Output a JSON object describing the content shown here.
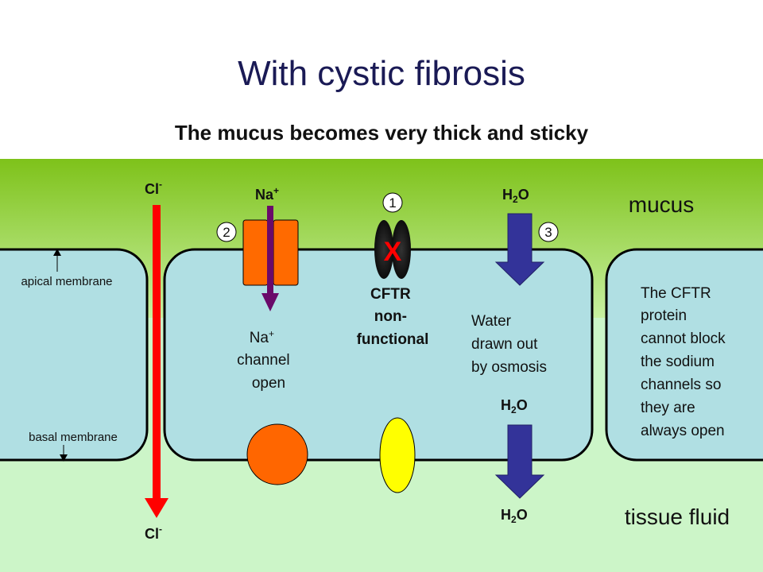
{
  "title": "With cystic fibrosis",
  "subtitle": "The mucus becomes very thick and sticky",
  "regions": {
    "top": "mucus",
    "bottom": "tissue fluid"
  },
  "membranes": {
    "apical": "apical membrane",
    "basal": "basal membrane"
  },
  "ions": {
    "cl_top": "Cl",
    "cl_bottom": "Cl",
    "cl_charge": "-",
    "na": "Na",
    "na_charge": "+",
    "water_h": "H",
    "water_2": "2",
    "water_o": "O"
  },
  "markers": [
    "1",
    "2",
    "3"
  ],
  "blocked_mark": "X",
  "cftr_label": [
    "CFTR",
    "non-",
    "functional"
  ],
  "na_channel_label": [
    "Na",
    "+",
    "channel",
    "open"
  ],
  "water_label": [
    "Water",
    "drawn out",
    "by osmosis"
  ],
  "explanation": [
    "The CFTR",
    "protein",
    "cannot block",
    "the sodium",
    "channels so",
    "they are",
    "always open"
  ],
  "colors": {
    "mucus_top": "#7ec21a",
    "mucus_bottom": "#c8f0a0",
    "tissue_fluid": "#ccf5c8",
    "cell": "#b0dfe3",
    "chloride_arrow": "#ff0000",
    "sodium_arrow": "#6a0a6a",
    "water_arrow": "#333399",
    "na_channel": "#ff6a00",
    "cftr_protein": "#111111",
    "blocked_x": "#ff0000",
    "pump_orange": "#ff6600",
    "pump_yellow": "#ffff00",
    "title_color": "#1a1a55"
  }
}
